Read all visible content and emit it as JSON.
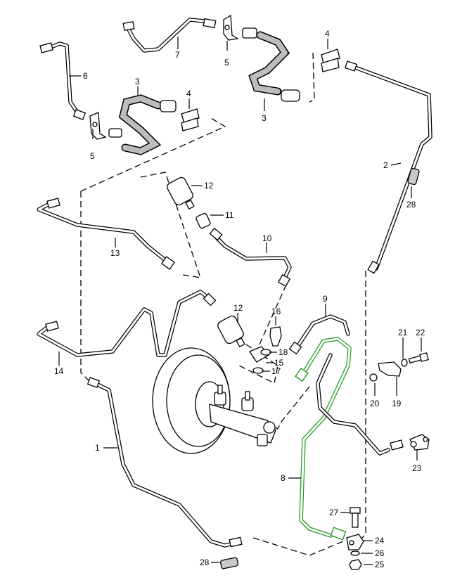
{
  "diagram": {
    "title": "Brake line / master cylinder exploded parts diagram",
    "highlight_color": "#1f9a1f",
    "highlighted_part": "8",
    "callouts": [
      {
        "id": "c1",
        "label": "1"
      },
      {
        "id": "c2",
        "label": "2"
      },
      {
        "id": "c3a",
        "label": "3"
      },
      {
        "id": "c3b",
        "label": "3"
      },
      {
        "id": "c4a",
        "label": "4"
      },
      {
        "id": "c4b",
        "label": "4"
      },
      {
        "id": "c5a",
        "label": "5"
      },
      {
        "id": "c5b",
        "label": "5"
      },
      {
        "id": "c6",
        "label": "6"
      },
      {
        "id": "c7",
        "label": "7"
      },
      {
        "id": "c8",
        "label": "8"
      },
      {
        "id": "c9",
        "label": "9"
      },
      {
        "id": "c10",
        "label": "10"
      },
      {
        "id": "c11",
        "label": "11"
      },
      {
        "id": "c12a",
        "label": "12"
      },
      {
        "id": "c12b",
        "label": "12"
      },
      {
        "id": "c13",
        "label": "13"
      },
      {
        "id": "c14",
        "label": "14"
      },
      {
        "id": "c15",
        "label": "15"
      },
      {
        "id": "c16",
        "label": "16"
      },
      {
        "id": "c17",
        "label": "17"
      },
      {
        "id": "c18",
        "label": "18"
      },
      {
        "id": "c19",
        "label": "19"
      },
      {
        "id": "c20",
        "label": "20"
      },
      {
        "id": "c21",
        "label": "21"
      },
      {
        "id": "c22",
        "label": "22"
      },
      {
        "id": "c23",
        "label": "23"
      },
      {
        "id": "c24",
        "label": "24"
      },
      {
        "id": "c25",
        "label": "25"
      },
      {
        "id": "c26",
        "label": "26"
      },
      {
        "id": "c27",
        "label": "27"
      },
      {
        "id": "c28a",
        "label": "28"
      },
      {
        "id": "c28b",
        "label": "28"
      }
    ]
  }
}
